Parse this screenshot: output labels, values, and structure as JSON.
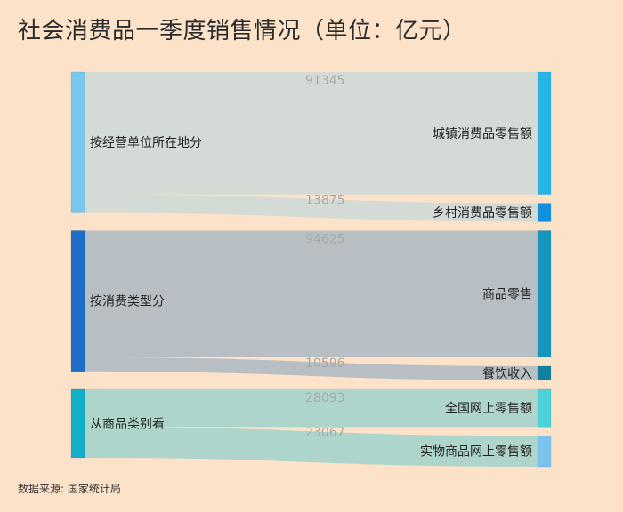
{
  "title": "社会消费品一季度销售情况（单位：亿元）",
  "source": "数据来源: 国家统计局",
  "chart_data": {
    "type": "sankey",
    "unit": "亿元",
    "sources": [
      {
        "name": "按经营单位所在地分",
        "color": "#78c8ee"
      },
      {
        "name": "按消费类型分",
        "color": "#1f6fc6"
      },
      {
        "name": "从商品类别看",
        "color": "#11afc8"
      }
    ],
    "targets": [
      {
        "name": "城镇消费品零售额",
        "color": "#27b5e3"
      },
      {
        "name": "乡村消费品零售额",
        "color": "#1191dd"
      },
      {
        "name": "商品零售",
        "color": "#1796bd"
      },
      {
        "name": "餐饮收入",
        "color": "#12809e"
      },
      {
        "name": "全国网上零售额",
        "color": "#4cd1db"
      },
      {
        "name": "实物商品网上零售额",
        "color": "#7cc2ee"
      }
    ],
    "links": [
      {
        "source": "按经营单位所在地分",
        "target": "城镇消费品零售额",
        "value": 91345,
        "color": "#d2d9d6"
      },
      {
        "source": "按经营单位所在地分",
        "target": "乡村消费品零售额",
        "value": 13875,
        "color": "#d2d9d6"
      },
      {
        "source": "按消费类型分",
        "target": "商品零售",
        "value": 94625,
        "color": "#b4bdc4"
      },
      {
        "source": "按消费类型分",
        "target": "餐饮收入",
        "value": 10596,
        "color": "#b4bdc4"
      },
      {
        "source": "从商品类别看",
        "target": "全国网上零售额",
        "value": 28093,
        "color": "#aad4cc"
      },
      {
        "source": "从商品类别看",
        "target": "实物商品网上零售额",
        "value": 23067,
        "color": "#aad4cc"
      }
    ]
  }
}
